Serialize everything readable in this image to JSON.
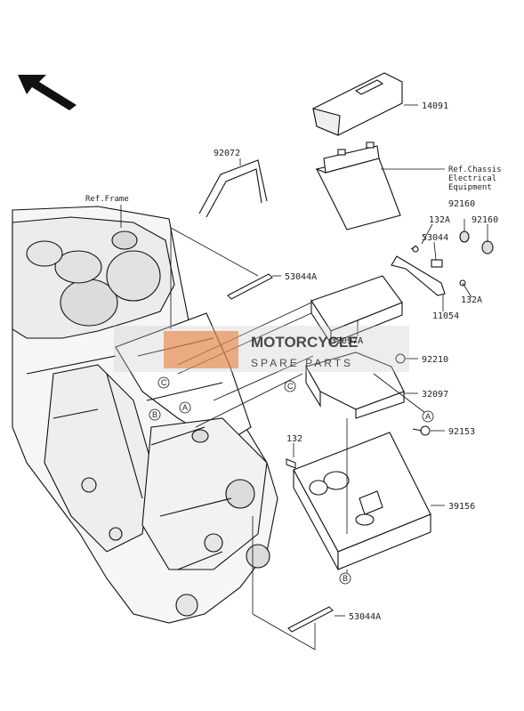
{
  "part_labels": {
    "p14091": "14091",
    "p92072": "92072",
    "p53044A_top": "53044A",
    "p132A_left": "132A",
    "p53044": "53044",
    "p92160_a": "92160",
    "p92160_b": "92160",
    "p132A_right": "132A",
    "p11054": "11054",
    "p32097A": "32097A",
    "p92210": "92210",
    "p32097": "32097",
    "p92153": "92153",
    "p132": "132",
    "p39156": "39156",
    "p53044A_bottom": "53044A"
  },
  "ref_labels": {
    "frame": "Ref.Frame",
    "chassis_line1": "Ref.Chassis",
    "chassis_line2": "Electrical",
    "chassis_line3": "Equipment"
  },
  "callouts": {
    "A1": "A",
    "A2": "A",
    "B1": "B",
    "B2": "B",
    "C1": "C",
    "C2": "C"
  },
  "watermark": {
    "line1": "MOTORCYCLE",
    "line2": "SPARE PARTS",
    "accent_color": "#e8732a"
  },
  "colors": {
    "line": "#111111",
    "background": "#ffffff"
  }
}
